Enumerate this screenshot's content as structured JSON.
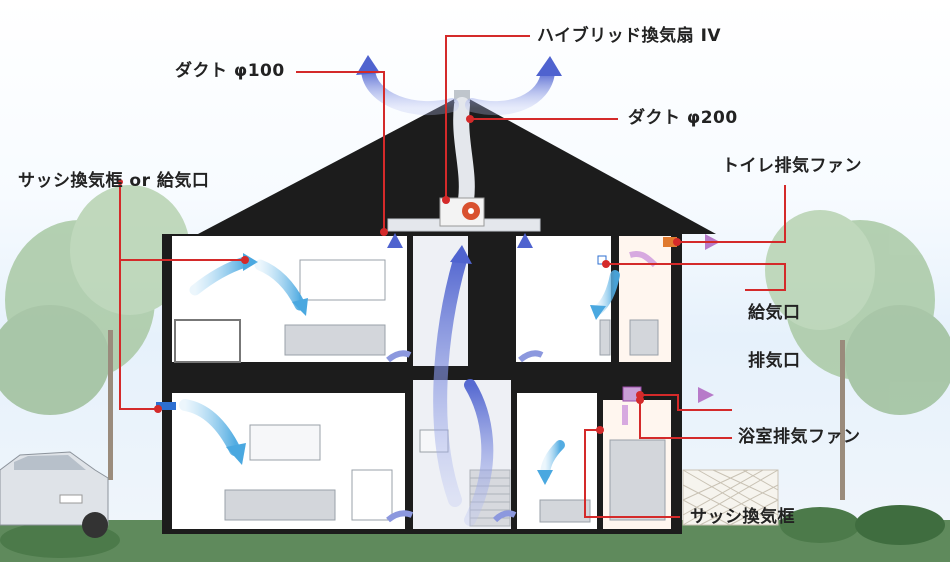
{
  "labels": {
    "hybrid_fan": "ハイブリッド換気扇 IV",
    "duct_100": "ダクト φ100",
    "duct_200": "ダクト φ200",
    "sash_or_inlet": "サッシ換気框 or 給気口",
    "toilet_fan": "トイレ排気ファン",
    "air_inlet": "給気口",
    "exhaust_port": "排気口",
    "bath_fan": "浴室排気ファン",
    "sash_frame": "サッシ換気框"
  },
  "colors": {
    "leader_line": "#d42a2a",
    "airflow_in": "#6fb8e6",
    "airflow_duct": "#5a6fd1",
    "exhaust": "#c98bd6",
    "roof": "#1c1c1c",
    "wall": "#1c1c1c",
    "room": "#ffffff"
  }
}
